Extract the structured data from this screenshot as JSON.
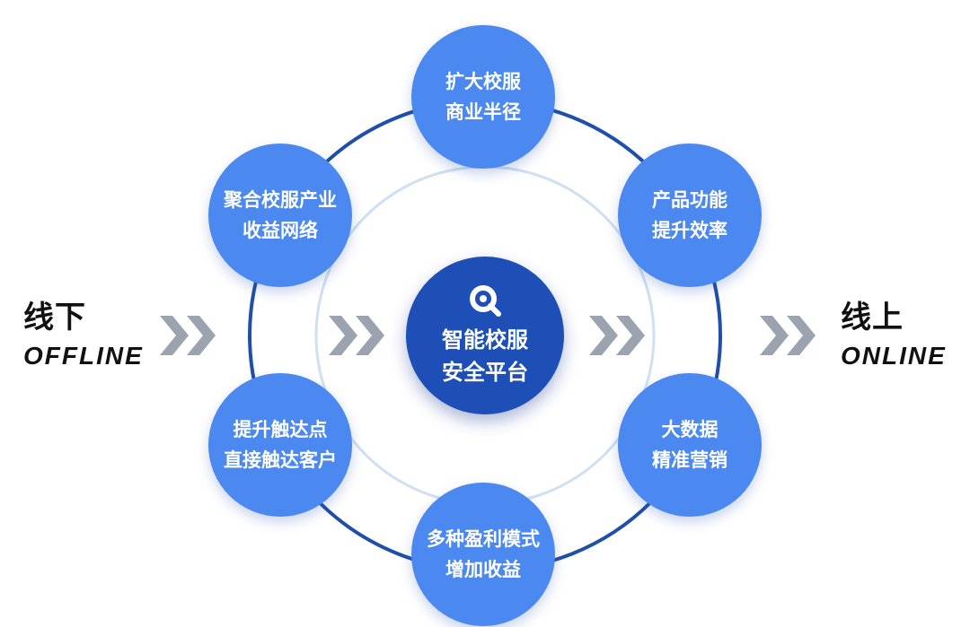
{
  "colors": {
    "outer_node": "#4b88f0",
    "center_node": "#1d4fb6",
    "outer_ring": "#1f4fa8",
    "inner_ring": "#cfe0f2",
    "chevrons": "#9aa3ae"
  },
  "left_label": {
    "zh": "线下",
    "en": "OFFLINE"
  },
  "right_label": {
    "zh": "线上",
    "en": "ONLINE"
  },
  "center": {
    "icon": "magnifier-q-icon",
    "line1": "智能校服",
    "line2": "安全平台"
  },
  "nodes": [
    {
      "line1": "扩大校服",
      "line2": "商业半径"
    },
    {
      "line1": "产品功能",
      "line2": "提升效率"
    },
    {
      "line1": "大数据",
      "line2": "精准营销"
    },
    {
      "line1": "多种盈利模式",
      "line2": "增加收益"
    },
    {
      "line1": "提升触达点",
      "line2": "直接触达客户"
    },
    {
      "line1": "聚合校服产业",
      "line2": "收益网络"
    }
  ]
}
